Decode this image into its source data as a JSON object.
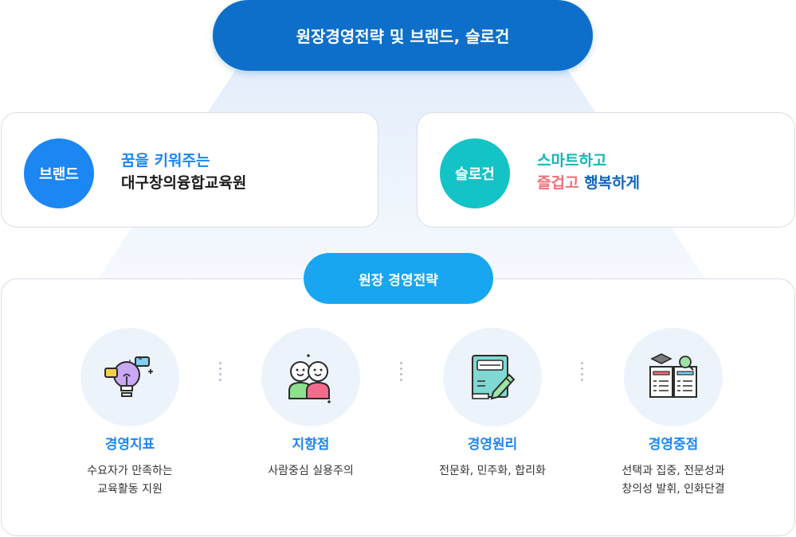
{
  "header": {
    "title": "원장경영전략 및 브랜드, 슬로건"
  },
  "brand": {
    "badge": "브랜드",
    "line1": "꿈을 키워주는",
    "line2": "대구창의융합교육원"
  },
  "slogan": {
    "badge": "슬로건",
    "line1": "스마트하고",
    "line2_red": "즐겁고",
    "line2_blue": "행복하게"
  },
  "strategy": {
    "title": "원장 경영전략",
    "pillars": [
      {
        "icon": "lightbulb-icon",
        "title": "경영지표",
        "desc": [
          "수요자가 만족하는",
          "교육활동 지원"
        ]
      },
      {
        "icon": "two-people-icon",
        "title": "지향점",
        "desc": [
          "사람중심 실용주의"
        ]
      },
      {
        "icon": "book-pencil-icon",
        "title": "경영원리",
        "desc": [
          "전문화, 민주화, 합리화"
        ]
      },
      {
        "icon": "open-book-graduation-icon",
        "title": "경영중점",
        "desc": [
          "선택과 집중, 전문성과",
          "창의성 발휘, 인화단결"
        ]
      }
    ]
  },
  "colors": {
    "header_pill": "#0d6fc9",
    "brand_badge": "#1c86f2",
    "slogan_badge": "#14c3c5",
    "strategy_pill": "#18a6f1",
    "slogan_red": "#f0707a",
    "slogan_blue": "#0f66bf"
  }
}
